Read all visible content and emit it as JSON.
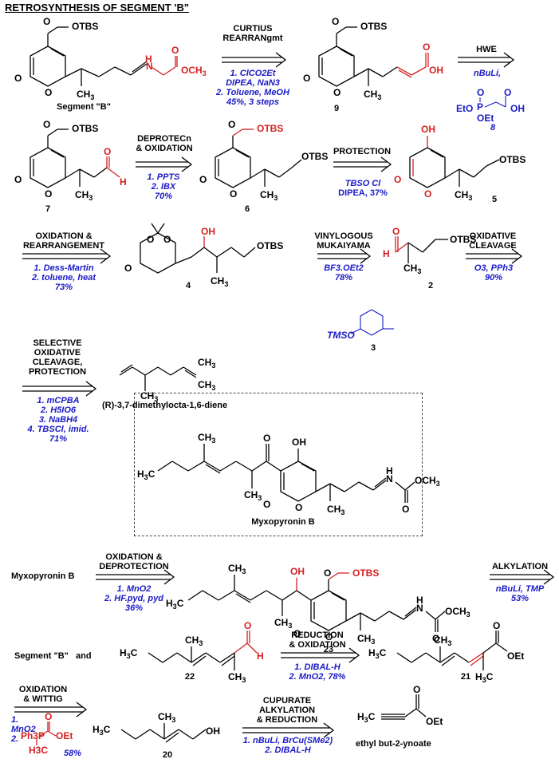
{
  "title": "RETROSYNTHESIS OF SEGMENT 'B\"",
  "colors": {
    "reagent": "#1a1ac8",
    "highlight": "#d62020",
    "bond": "#000000"
  },
  "steps": [
    {
      "id": "s1",
      "header": [
        "CURTIUS",
        "REARRANgmt"
      ],
      "conditions": [
        "1. ClCO2Et",
        "DIPEA, NaN3",
        "2. Toluene, MeOH",
        "45%, 3 steps"
      ]
    },
    {
      "id": "s2",
      "header": [
        "HWE"
      ],
      "conditions": [
        "nBuLi,"
      ],
      "reagent_label": "8"
    },
    {
      "id": "s3",
      "header": [
        "DEPROTECn",
        "& OXIDATION"
      ],
      "conditions": [
        "1. PPTS",
        "2. IBX",
        "70%"
      ]
    },
    {
      "id": "s4",
      "header": [
        "PROTECTION"
      ],
      "conditions": [
        "TBSO     Cl",
        "DIPEA, 37%"
      ]
    },
    {
      "id": "s5",
      "header": [
        "OXIDATION &",
        "REARRANGEMENT"
      ],
      "conditions": [
        "1. Dess-Martin",
        "2. toluene, heat",
        "73%"
      ]
    },
    {
      "id": "s6",
      "header": [
        "VINYLOGOUS",
        "MUKAIYAMA"
      ],
      "conditions": [
        "BF3.OEt2",
        "78%"
      ],
      "reagent_label": "3"
    },
    {
      "id": "s7",
      "header": [
        "OXIDATIVE",
        "CLEAVAGE"
      ],
      "conditions": [
        "O3, PPh3",
        "90%"
      ]
    },
    {
      "id": "s8",
      "header": [
        "SELECTIVE",
        "OXIDATIVE",
        "CLEAVAGE,",
        "PROTECTION"
      ],
      "conditions": [
        "1. mCPBA",
        "2. H5IO6",
        "3. NaBH4",
        "4. TBSCl, imid.",
        "71%"
      ]
    },
    {
      "id": "s9",
      "header": [
        "OXIDATION &",
        "DEPROTECTION"
      ],
      "conditions": [
        "1. MnO2",
        "2. HF.pyd, pyd",
        "36%"
      ]
    },
    {
      "id": "s10",
      "header": [
        "ALKYLATION"
      ],
      "conditions": [
        "nBuLi, TMP",
        "53%"
      ]
    },
    {
      "id": "s11",
      "header": [
        "REDUCTION",
        "& OXIDATION"
      ],
      "conditions": [
        "1. DIBAL-H",
        "2. MnO2, 78%"
      ]
    },
    {
      "id": "s12",
      "header": [
        "OXIDATION",
        "& WITTIG"
      ],
      "conditions": [
        "1. MnO2",
        "2.",
        "58%"
      ]
    },
    {
      "id": "s13",
      "header": [
        "CUPURATE",
        "ALKYLATION",
        "& REDUCTION"
      ],
      "conditions": [
        "1. nBuLi, BrCu(SMe2)",
        "2. DIBAL-H"
      ]
    }
  ],
  "compounds": {
    "segB": "Segment \"B\"",
    "c9": "9",
    "c7": "7",
    "c6": "6",
    "c5": "5",
    "c4": "4",
    "c2": "2",
    "c3": "3",
    "c8": "8",
    "diene": "(R)-3,7-dimethylocta-1,6-diene",
    "myxo": "Myxopyronin B",
    "c23": "23",
    "c22": "22",
    "c21": "21",
    "c20": "20",
    "ester": "ethyl but-2-ynoate"
  },
  "row_labels": {
    "myxo_start": "Myxopyronin B",
    "segB_and": "Segment \"B\"   and"
  }
}
